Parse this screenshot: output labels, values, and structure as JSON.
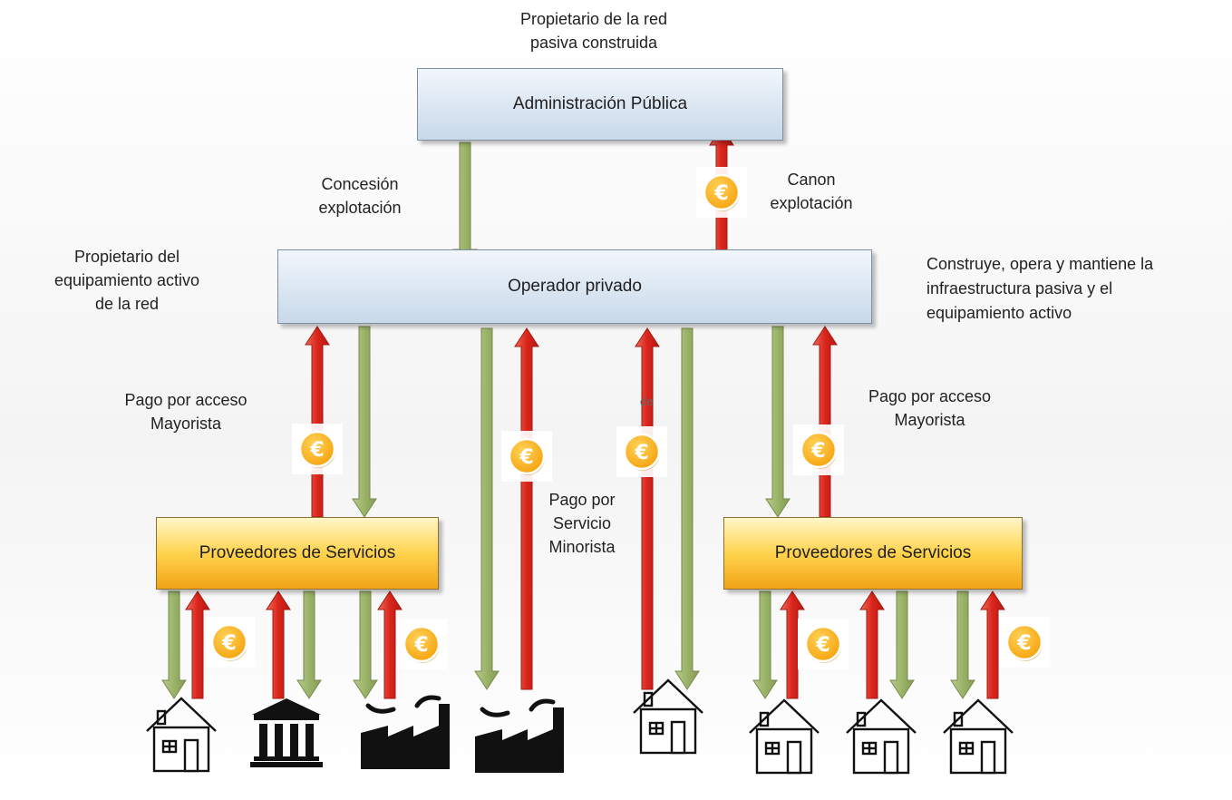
{
  "captions": {
    "owner_passive": "Propietario de la red\npasiva construida",
    "concession": "Concesión\nexplotación",
    "canon": "Canon\nexplotación",
    "owner_active": "Propietario del\nequipamiento activo\nde  la red",
    "builds": "Construye, opera y mantiene la\ninfraestructura  pasiva  y  el\nequipamiento activo",
    "wholesale_left": "Pago por acceso\nMayorista",
    "wholesale_right": "Pago por acceso\nMayorista",
    "retail": "Pago por\nServicio\nMinorista",
    "stray_fragment": "de"
  },
  "boxes": {
    "admin": "Administración Pública",
    "operator": "Operador privado",
    "providers_left": "Proveedores de Servicios",
    "providers_right": "Proveedores de Servicios"
  },
  "icons": {
    "euro_symbol": "€",
    "payment_icon": "euro-coin-icon",
    "end_users": [
      "house-icon",
      "bank-icon",
      "factory-icon",
      "factory-icon",
      "house-icon",
      "house-icon",
      "house-icon",
      "house-icon"
    ]
  },
  "colors": {
    "payment_arrow": "#d9251c",
    "service_arrow": "#9bb369",
    "coin": "#f6a20c",
    "box_blue": "#c8d9ea",
    "box_gold": "#ffd34d"
  }
}
